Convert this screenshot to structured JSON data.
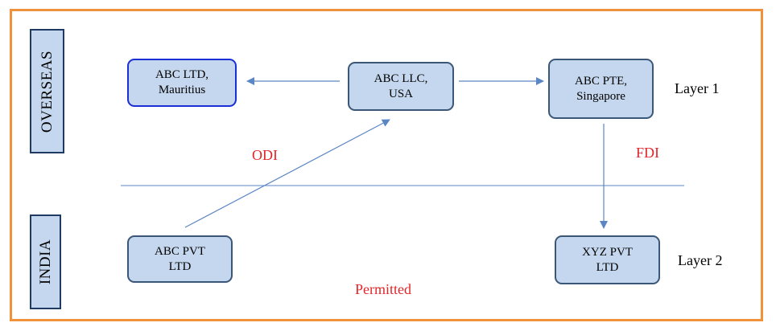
{
  "diagram": {
    "regions": {
      "overseas": "OVERSEAS",
      "india": "INDIA"
    },
    "nodes": {
      "abc_ltd": {
        "line1": "ABC LTD,",
        "line2": "Mauritius"
      },
      "abc_llc": {
        "line1": "ABC LLC,",
        "line2": "USA"
      },
      "abc_pte": {
        "line1": "ABC PTE,",
        "line2": "Singapore"
      },
      "abc_pvt": {
        "line1": "ABC PVT",
        "line2": "LTD"
      },
      "xyz_pvt": {
        "line1": "XYZ PVT",
        "line2": "LTD"
      }
    },
    "labels": {
      "odi": "ODI",
      "fdi": "FDI",
      "permitted": "Permitted"
    },
    "layers": {
      "layer1": "Layer 1",
      "layer2": "Layer 2"
    },
    "colors": {
      "frame": "#f0923c",
      "node_fill": "#c5d7ee",
      "node_border": "#3b5778",
      "highlight_border": "#1b2fd6",
      "arrow": "#5b86c5",
      "label_red": "#e0262a"
    }
  }
}
